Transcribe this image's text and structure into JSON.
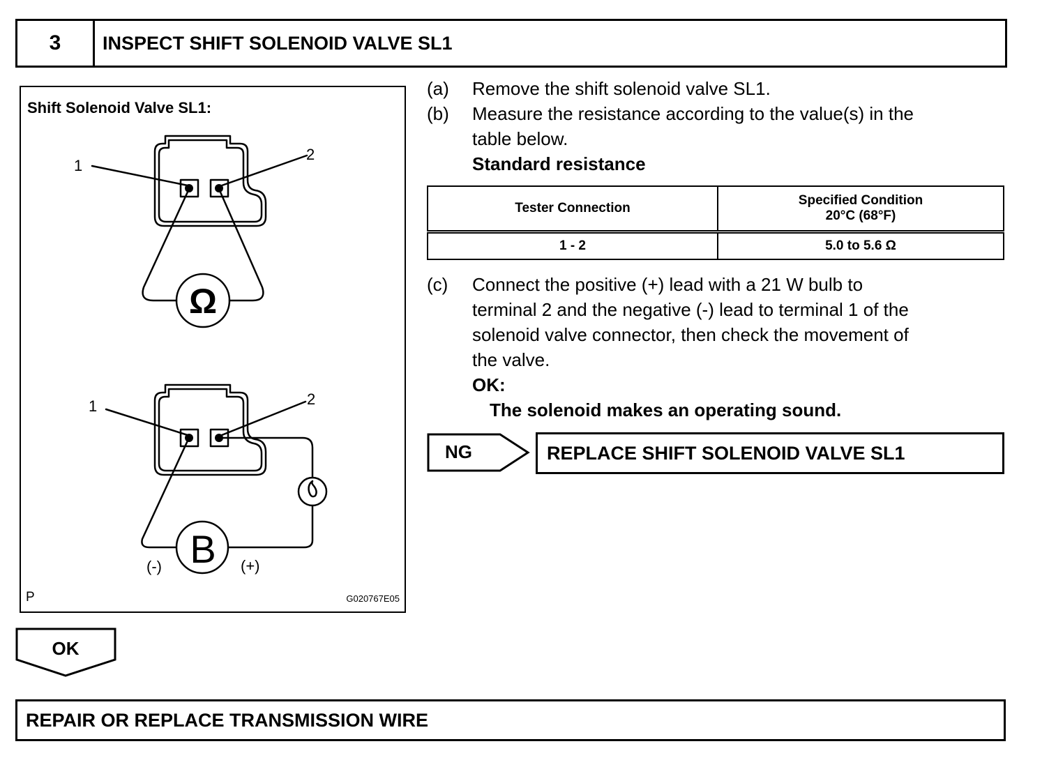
{
  "header": {
    "number": "3",
    "title": "INSPECT SHIFT SOLENOID VALVE SL1"
  },
  "figure": {
    "title": "Shift Solenoid Valve SL1:",
    "top_terminal_1": "1",
    "top_terminal_2": "2",
    "ohm_symbol": "Ω",
    "bottom_terminal_1": "1",
    "bottom_terminal_2": "2",
    "battery_label": "B",
    "negative_label": "(-)",
    "positive_label": "(+)",
    "corner_letter": "P",
    "code": "G020767E05"
  },
  "steps": {
    "a_label": "(a)",
    "a_text": "Remove the shift solenoid valve SL1.",
    "b_label": "(b)",
    "b_text_1": "Measure the resistance according to the value(s) in the",
    "b_text_2": "table below.",
    "standard_heading": "Standard resistance",
    "c_label": "(c)",
    "c_text_1": "Connect the positive (+) lead with a 21 W bulb to",
    "c_text_2": "terminal 2 and the negative (-) lead to terminal 1 of the",
    "c_text_3": "solenoid valve connector, then check the movement of",
    "c_text_4": "the valve.",
    "ok_heading": "OK:",
    "ok_text": "The solenoid makes an operating sound."
  },
  "table": {
    "col1_header": "Tester Connection",
    "col2_header_line1": "Specified Condition",
    "col2_header_line2": "20°C (68°F)",
    "rows": [
      {
        "connection": "1 - 2",
        "condition": "5.0 to 5.6 Ω"
      }
    ]
  },
  "ng": {
    "label": "NG",
    "action": "REPLACE SHIFT SOLENOID VALVE SL1"
  },
  "ok": {
    "label": "OK"
  },
  "bottom": {
    "action": "REPAIR OR REPLACE TRANSMISSION WIRE"
  }
}
